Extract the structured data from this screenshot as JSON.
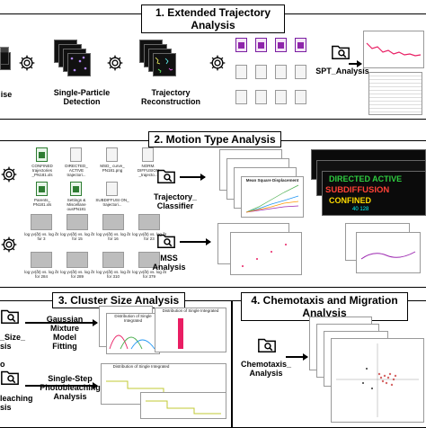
{
  "panels": {
    "p1": {
      "title_line1": "1. Extended Trajectory",
      "title_line2": "Analysis"
    },
    "p2": {
      "title": "2. Motion Type Analysis"
    },
    "p3": {
      "title": "3. Cluster Size Analysis"
    },
    "p4": {
      "title_line1": "4. Chemotaxis and Migration",
      "title_line2": "Analysis"
    }
  },
  "p1_labels": {
    "frag_left": "ise",
    "detection_line1": "Single-Particle",
    "detection_line2": "Detection",
    "reconstruction_line1": "Trajectory",
    "reconstruction_line2": "Reconstruction",
    "spt_analysis": "SPT_Analysis"
  },
  "p2_labels": {
    "files_row1": [
      "CONFINED trajectories _PN181.xls",
      "DIRECTED_ ACTIVE trajectori...",
      "MSD_ curve_ PN181.png",
      "NORM. DIFFUSION _trajecto..."
    ],
    "files_row2": [
      "Parents_ PN181.xls",
      "Settings & Miscellane ousPN181",
      "SUBDIFFUSI ON_ trajectori...",
      ""
    ],
    "logs_row1": [
      "log γν(δt) vs. log δt for 3",
      "log γν(δt) vs. log δt for 15",
      "log γν(δt) vs. log δt for 16",
      "log γν(δt) vs. log δt for 23"
    ],
    "logs_row2": [
      "log γν(δt) vs. log δt for 284",
      "log γν(δt) vs. log δt for 289",
      "log γν(δt) vs. log δt for 310",
      "log γν(δt) vs. log δt for 379"
    ],
    "classifier_line1": "Trajectory_",
    "classifier_line2": "Classifier",
    "mss_line1": "MSS",
    "mss_line2": "Analysis",
    "msd_plot_title": "Mean Square Displacement",
    "motion_types": [
      "DIRECTED ACTIVE",
      "SUBDIFFUSION",
      "CONFINED"
    ],
    "motion_number": "40 128"
  },
  "p3_labels": {
    "frag_size": "_Size_",
    "frag_sis": "sis",
    "frag_o": "o",
    "frag_leaching": "leaching",
    "frag_sis2": "sis",
    "gaussian_line1": "Gaussian",
    "gaussian_line2": "Mixture",
    "gaussian_line3": "Model",
    "gaussian_line4": "Fitting",
    "single_line1": "Single-Step",
    "single_line2": "Photobleaching",
    "single_line3": "Analysis",
    "plot_title_1": "Distribution of Single Integrated",
    "plot_title_2": "Distribution of Single Integrated",
    "plot_title_3": "Distribution of Single Integrated"
  },
  "p4_labels": {
    "chemotaxis_line1": "Chemotaxis_",
    "chemotaxis_line2": "Analysis"
  },
  "colors": {
    "accent_pink": "#e91e63",
    "green_text": "#2ecc40",
    "red_text": "#ff4136"
  },
  "icons": [
    "gear-icon",
    "folder-search-icon",
    "arrow-icon",
    "file-icon"
  ]
}
